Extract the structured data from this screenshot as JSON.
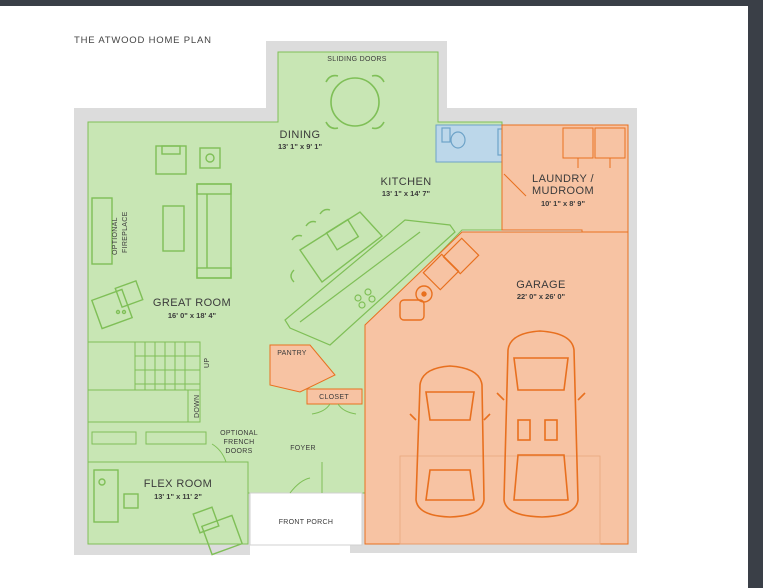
{
  "title": "THE ATWOOD HOME PLAN",
  "colors": {
    "living": "#c8e6b4",
    "living_stroke": "#7fbf57",
    "garage": "#f7c3a3",
    "garage_stroke": "#e8701f",
    "bath": "#bcd7ea",
    "wall": "#d9d9d9"
  },
  "rooms": {
    "dining": {
      "name": "DINING",
      "dim": "13' 1\" x 9' 1\""
    },
    "kitchen": {
      "name": "KITCHEN",
      "dim": "13' 1\" x 14' 7\""
    },
    "laundry": {
      "name_line1": "LAUNDRY /",
      "name_line2": "MUDROOM",
      "dim": "10' 1\" x 8' 9\""
    },
    "great_room": {
      "name": "GREAT ROOM",
      "dim": "16' 0\" x 18' 4\""
    },
    "garage": {
      "name": "GARAGE",
      "dim": "22' 0\" x 26' 0\""
    },
    "flex_room": {
      "name": "FLEX ROOM",
      "dim": "13' 1\" x 11' 2\""
    }
  },
  "labels": {
    "sliding_doors": "SLIDING DOORS",
    "optional_fireplace_1": "OPTIONAL",
    "optional_fireplace_2": "FIREPLACE",
    "pantry": "PANTRY",
    "closet": "CLOSET",
    "up": "UP",
    "down": "DOWN",
    "optional_french_1": "OPTIONAL",
    "optional_french_2": "FRENCH",
    "optional_french_3": "DOORS",
    "foyer": "FOYER",
    "front_porch": "FRONT PORCH"
  }
}
